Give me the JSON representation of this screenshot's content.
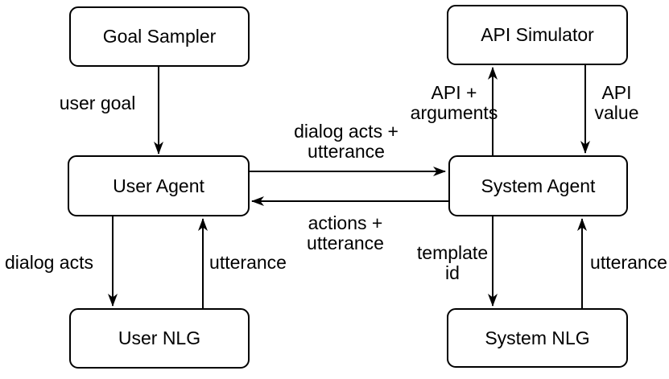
{
  "diagram": {
    "colors": {
      "background": "#ffffff",
      "stroke": "#000000",
      "text": "#000000"
    },
    "nodes": {
      "goal_sampler": {
        "label": "Goal Sampler"
      },
      "api_simulator": {
        "label": "API Simulator"
      },
      "user_agent": {
        "label": "User Agent"
      },
      "system_agent": {
        "label": "System Agent"
      },
      "user_nlg": {
        "label": "User NLG"
      },
      "system_nlg": {
        "label": "System NLG"
      }
    },
    "edges": {
      "user_goal": {
        "from": "Goal Sampler",
        "to": "User Agent",
        "label": "user goal"
      },
      "dialog_acts_utterance": {
        "from": "User Agent",
        "to": "System Agent",
        "label": "dialog acts +\nutterance"
      },
      "actions_utterance": {
        "from": "System Agent",
        "to": "User Agent",
        "label": "actions +\nutterance"
      },
      "dialog_acts": {
        "from": "User Agent",
        "to": "User NLG",
        "label": "dialog acts"
      },
      "user_utterance": {
        "from": "User NLG",
        "to": "User Agent",
        "label": "utterance"
      },
      "api_arguments": {
        "from": "System Agent",
        "to": "API Simulator",
        "label": "API +\narguments"
      },
      "api_value": {
        "from": "API Simulator",
        "to": "System Agent",
        "label": "API\nvalue"
      },
      "template_id": {
        "from": "System Agent",
        "to": "System NLG",
        "label": "template\nid"
      },
      "system_utterance": {
        "from": "System NLG",
        "to": "System Agent",
        "label": "utterance"
      }
    }
  }
}
